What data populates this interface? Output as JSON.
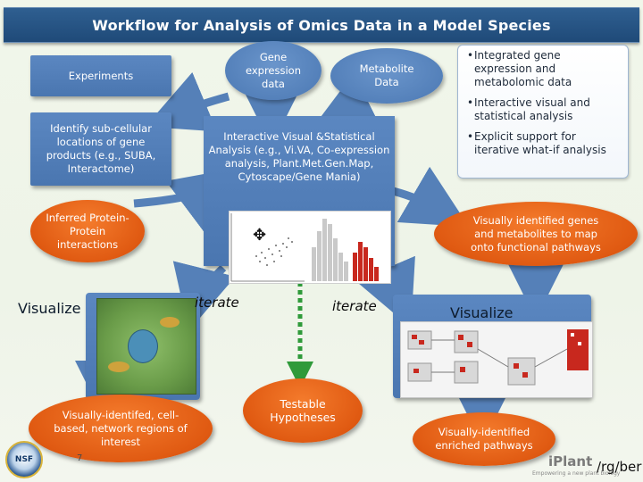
{
  "title": "Workflow for Analysis of Omics Data in a Model Species",
  "nodes": {
    "experiments": "Experiments",
    "gene_expression": "Gene expression data",
    "metabolite": "Metabolite Data",
    "identify": "Identify sub-cellular locations of gene products (e.g., SUBA, Interactome)",
    "interactive": "Interactive Visual &Statistical Analysis (e.g., Vi.VA, Co-expression analysis, Plant.Met.Gen.Map, Cytoscape/Gene Mania)",
    "inferred": "Inferred Protein-Protein interactions",
    "visually_genes": "Visually identified genes and metabolites to map onto functional pathways",
    "visually_cell": "Visually-identifed, cell-based, network regions of interest",
    "testable": "Testable Hypotheses",
    "enriched": "Visually-identified enriched pathways"
  },
  "bullets": [
    "Integrated gene expression and metabolomic data",
    "Interactive visual and statistical analysis",
    "Explicit support for iterative what-if analysis"
  ],
  "visualize_left": "Visualize",
  "visualize_right": "Visualize",
  "iterate_left": "iterate",
  "iterate_right": "iterate",
  "page_number": "7",
  "footer": {
    "nsf_logo": "NSF",
    "iplant": "iPlant",
    "iplant_tag": "Empowering a new plant biology",
    "url_fragment": "/rg/ber"
  },
  "colors": {
    "title_bar": "#2f5f91",
    "blue_node": "#4f7cb6",
    "orange_node": "#e25e15",
    "arrow": "#5580b8",
    "testable_arrow": "#2f9a3a"
  },
  "icons": [
    "move-cursor-icon"
  ]
}
